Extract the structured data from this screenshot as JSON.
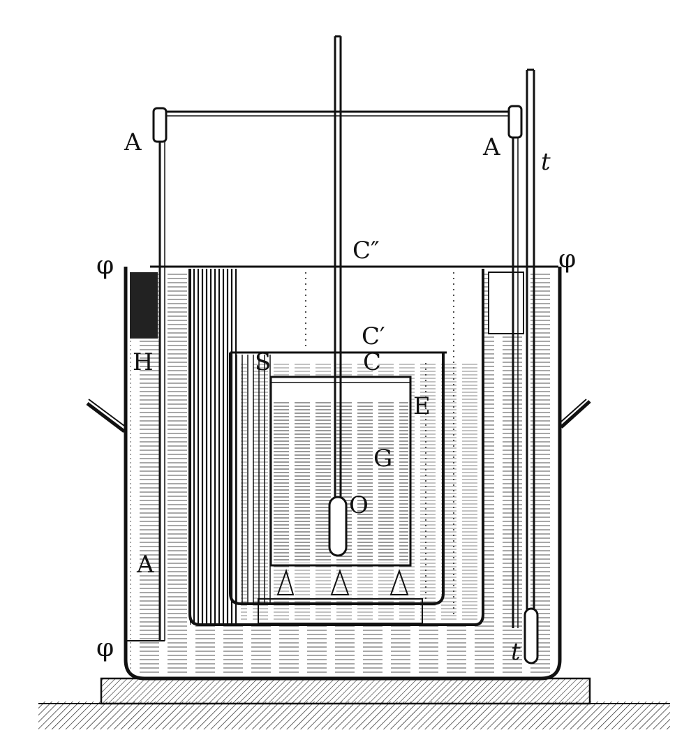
{
  "labels": {
    "a_top_left": "A",
    "a_top_right": "A",
    "a_lower_left": "A",
    "t_top": "t",
    "t_bottom": "t",
    "phi_top_left": "φ",
    "phi_top_right": "φ",
    "phi_bottom_left": "φ",
    "c_double_prime": "C″",
    "c_prime": "C′",
    "c": "C",
    "h": "H",
    "s": "S",
    "e": "E",
    "g": "G",
    "o": "O"
  },
  "colors": {
    "ink": "#111111",
    "paper": "#ffffff"
  }
}
